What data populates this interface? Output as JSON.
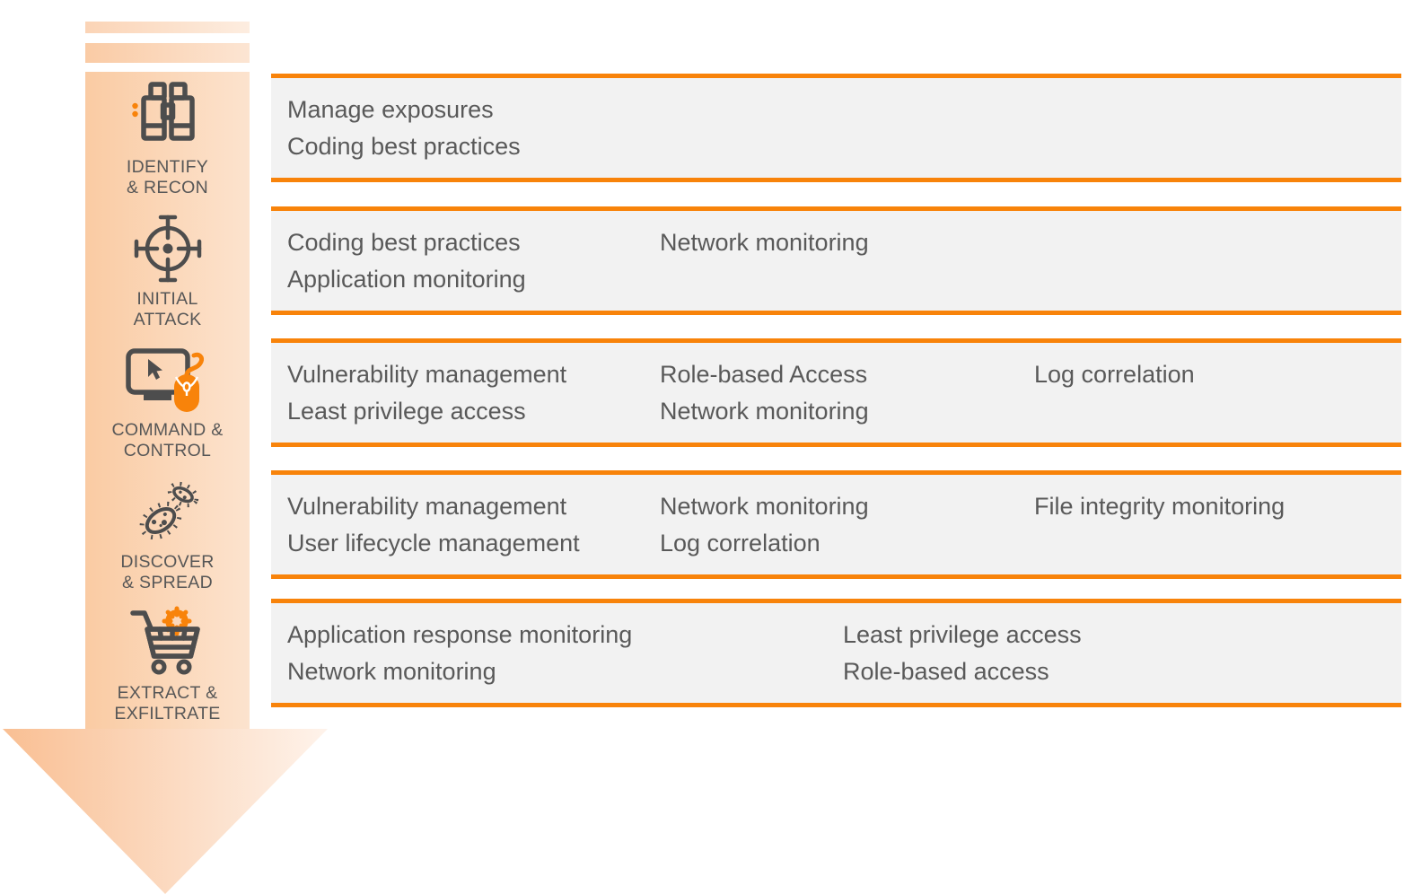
{
  "diagram_title": "attack-lifecycle-mitigations",
  "colors": {
    "accent_orange": "#F8830A",
    "row_background": "#F2F2F2",
    "row_text": "#595959",
    "icon_gray": "#4D4D4D",
    "arrow_gradient_left": "#FACBA3",
    "arrow_gradient_right": "#FCE3CE"
  },
  "stages": [
    {
      "id": "identify-recon",
      "icon": "binoculars-icon",
      "label_lines": [
        "IDENTIFY",
        "& RECON"
      ]
    },
    {
      "id": "initial-attack",
      "icon": "crosshair-target-icon",
      "label_lines": [
        "INITIAL",
        "ATTACK"
      ]
    },
    {
      "id": "command-control",
      "icon": "monitor-mouse-icon",
      "label_lines": [
        "COMMAND &",
        "CONTROL"
      ]
    },
    {
      "id": "discover-spread",
      "icon": "bacteria-icon",
      "label_lines": [
        "DISCOVER",
        "& SPREAD"
      ]
    },
    {
      "id": "extract-exfiltrate",
      "icon": "cart-gear-icon",
      "label_lines": [
        "EXTRACT &",
        "EXFILTRATE"
      ]
    }
  ],
  "rows": [
    {
      "stage": "identify-recon",
      "columns": [
        [
          "Manage exposures",
          "Coding best practices"
        ]
      ]
    },
    {
      "stage": "initial-attack",
      "columns": [
        [
          "Coding best practices",
          "Application monitoring"
        ],
        [
          "Network monitoring"
        ]
      ]
    },
    {
      "stage": "command-control",
      "columns": [
        [
          "Vulnerability management",
          "Least privilege access"
        ],
        [
          "Role-based Access",
          "Network monitoring"
        ],
        [
          "Log correlation"
        ]
      ]
    },
    {
      "stage": "discover-spread",
      "columns": [
        [
          "Vulnerability management",
          "User lifecycle management"
        ],
        [
          "Network monitoring",
          "Log correlation"
        ],
        [
          "File integrity monitoring"
        ]
      ]
    },
    {
      "stage": "extract-exfiltrate",
      "columns": [
        [
          "Application response monitoring",
          "Network monitoring"
        ],
        [
          "Least privilege access",
          "Role-based access"
        ]
      ]
    }
  ]
}
